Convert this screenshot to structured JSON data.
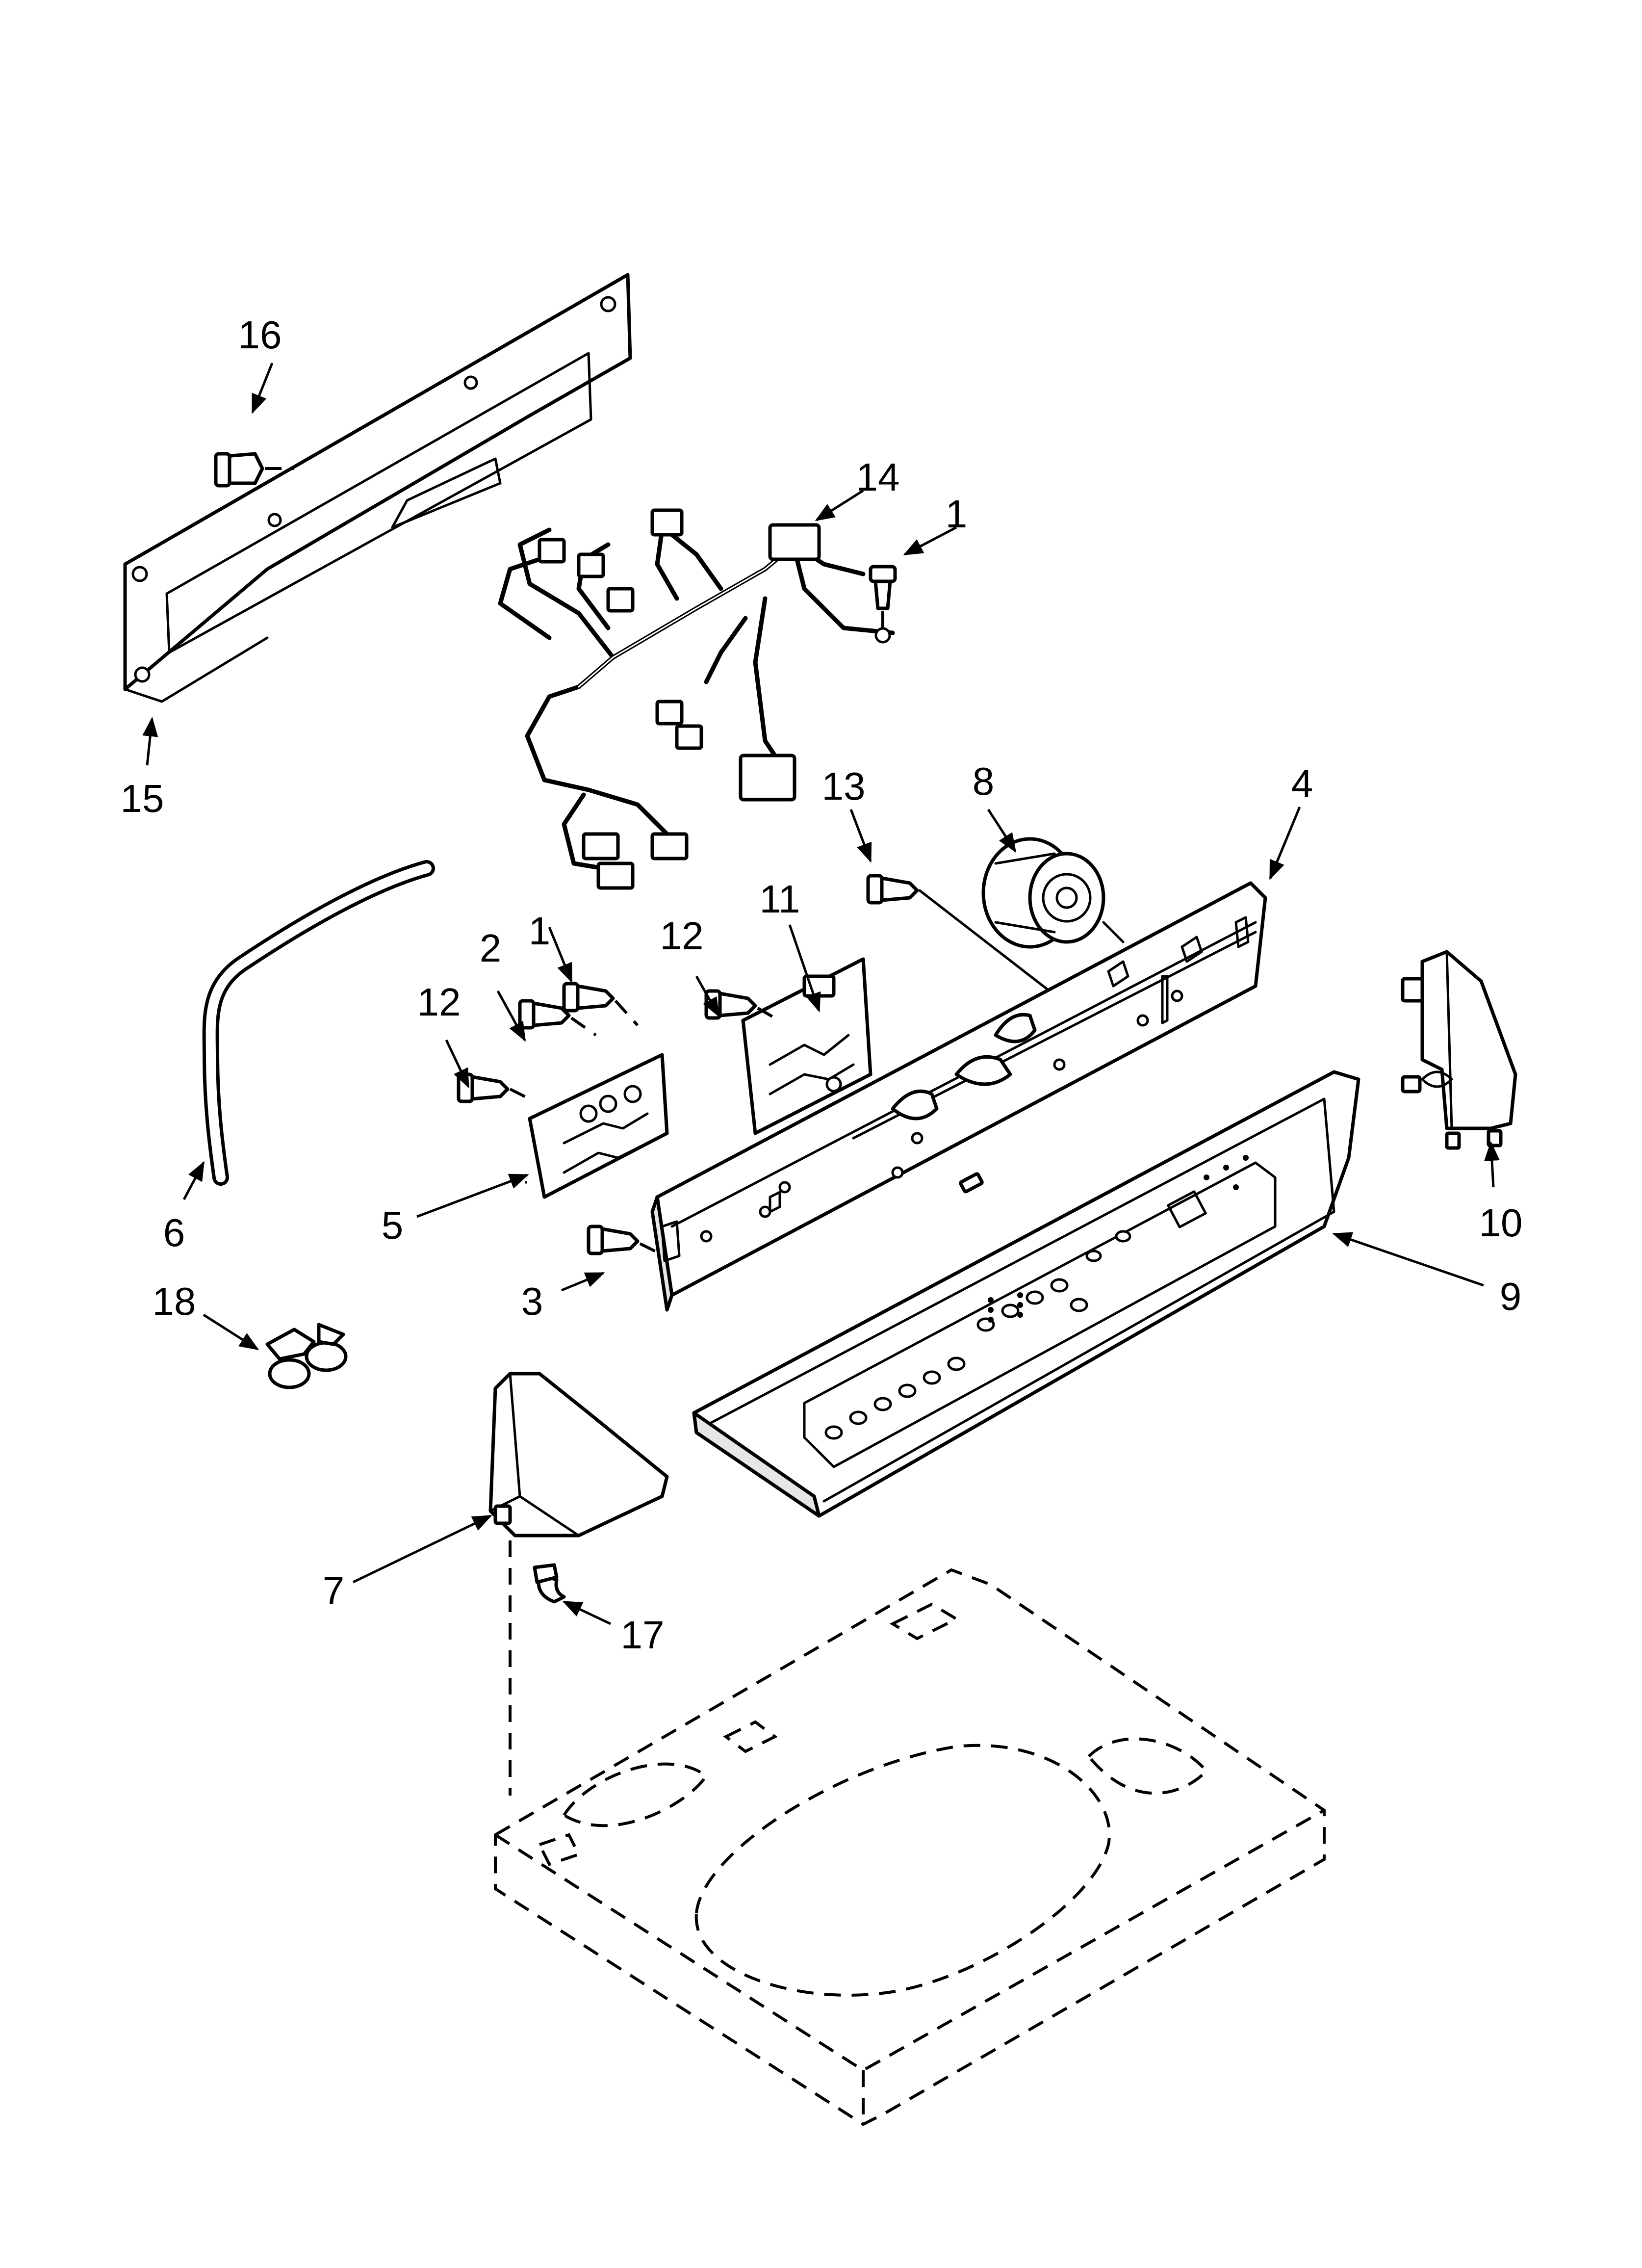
{
  "callouts": {
    "c1a": "1",
    "c1b": "1",
    "c2": "2",
    "c3": "3",
    "c4": "4",
    "c5": "5",
    "c6": "6",
    "c7": "7",
    "c8": "8",
    "c9": "9",
    "c10": "10",
    "c11": "11",
    "c12a": "12",
    "c12b": "12",
    "c13": "13",
    "c14": "14",
    "c15": "15",
    "c16": "16",
    "c17": "17",
    "c18": "18"
  },
  "colors": {
    "line": "#000000",
    "background": "#ffffff",
    "panel_shade": "#e6e6e6"
  }
}
